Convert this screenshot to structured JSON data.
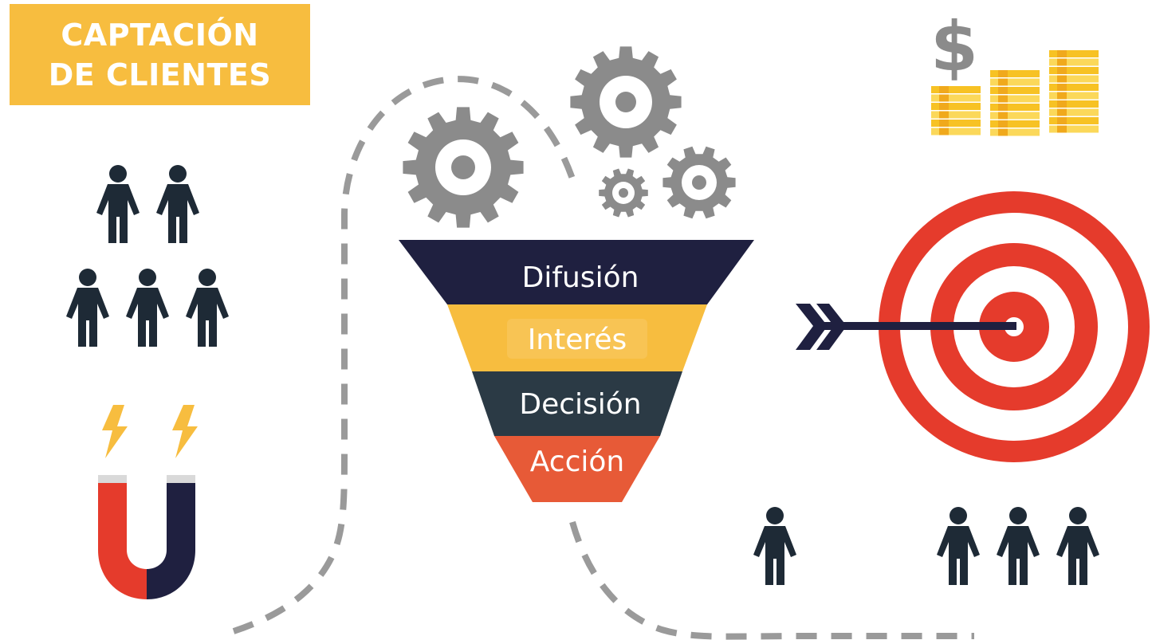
{
  "title": {
    "line1": "CAPTACIÓN",
    "line2": "DE CLIENTES"
  },
  "funnel": {
    "stages": [
      {
        "label": "Difusión",
        "color": "#1f2040"
      },
      {
        "label": "Interés",
        "color": "#f7bd3f"
      },
      {
        "label": "Decisión",
        "color": "#2b3a45"
      },
      {
        "label": "Acción",
        "color": "#e75a37"
      }
    ]
  },
  "money": {
    "symbol": "$"
  },
  "colors": {
    "title_bg": "#f7bd3f",
    "people": "#1e2a36",
    "gear": "#8b8b8b",
    "dashed_path": "#9a9a9a",
    "target_red": "#e53b2c",
    "magnet_red": "#e53b2c",
    "magnet_navy": "#1f2040",
    "coins": "#f7c224",
    "lightning": "#f7bd3f"
  },
  "icons": [
    "people-group-icon",
    "magnet-icon",
    "lightning-icon",
    "gear-icon",
    "coin-stack-icon",
    "dollar-sign-icon",
    "target-icon",
    "arrow-icon",
    "person-icon"
  ]
}
